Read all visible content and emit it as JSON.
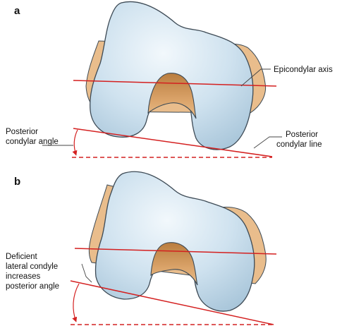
{
  "panels": {
    "a": {
      "letter": "a",
      "labels": {
        "epicondylar_axis": "Epicondylar axis",
        "posterior_condylar_angle_l1": "Posterior",
        "posterior_condylar_angle_l2": "condylar angle",
        "posterior_condylar_line_l1": "Posterior",
        "posterior_condylar_line_l2": "condylar line"
      }
    },
    "b": {
      "letter": "b",
      "labels": {
        "deficient_l1": "Deficient",
        "deficient_l2": "lateral condyle",
        "deficient_l3": "increases",
        "deficient_l4": "posterior angle"
      }
    }
  },
  "colors": {
    "bone_fill": "#c9dfee",
    "bone_stroke": "#3d4a55",
    "cartilage_fill": "#e9bd8c",
    "notch_fill": "#cf9a5e",
    "axis_line": "#d42020",
    "leader_line": "#444444"
  }
}
